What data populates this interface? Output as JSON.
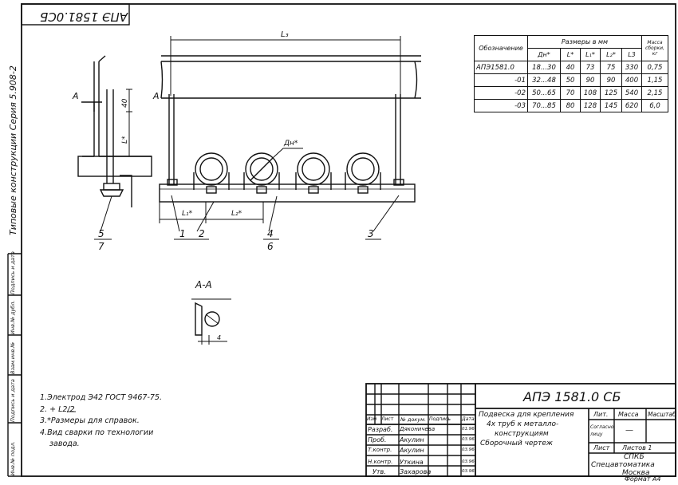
{
  "stamp": "АПЭ 1581.0СБ",
  "series_label": "Типовые конструкции   Серия  5.908-2",
  "side_labels": [
    "Инв.№ подл.",
    "Подпись и дата",
    "Взам.инв.№",
    "Инв.№ дубл.",
    "Подпись и дата"
  ],
  "dims": {
    "L3": "L₃",
    "L": "L*",
    "L1": "L₁*",
    "L2": "L₂*",
    "Dn": "Дн*",
    "d40": "40",
    "d4": "4",
    "A": "А"
  },
  "callouts": [
    "1",
    "2",
    "3",
    "4",
    "5",
    "6",
    "7"
  ],
  "section_label": "А-А",
  "table": {
    "header_group": "Размеры в мм",
    "mass_header": "Масса сборки, кг",
    "columns": [
      "Обозначение",
      "Дн*",
      "L*",
      "L₁*",
      "L₂*",
      "L3"
    ],
    "rows": [
      [
        "АПЭ1581.0",
        "18...30",
        "40",
        "73",
        "75",
        "330",
        "0,75"
      ],
      [
        "-01",
        "32...48",
        "50",
        "90",
        "90",
        "400",
        "1,15"
      ],
      [
        "-02",
        "50...65",
        "70",
        "108",
        "125",
        "540",
        "2,15"
      ],
      [
        "-03",
        "70...85",
        "80",
        "128",
        "145",
        "620",
        "6,0"
      ]
    ]
  },
  "notes": [
    "1.Электрод Э42 ГОСТ 9467-75.",
    "2. + L2/2",
    "3.*Размеры для справок.",
    "4.Вид сварки по технологии",
    "завода."
  ],
  "title_block": {
    "doc_code": "АПЭ 1581.0 СБ",
    "title": [
      "Подвеска для крепления",
      "4х труб к металло-",
      "конструкциям",
      "Сборочный чертеж"
    ],
    "col_heads": [
      "Изм",
      "Лист",
      "№ докум.",
      "Подпись",
      "Дата"
    ],
    "roles": [
      "Разраб.",
      "Проб.",
      "Т.контр.",
      "",
      "Н.контр.",
      "Утв."
    ],
    "names": [
      "Дяконичева",
      "Акулин",
      "Акулин",
      "",
      "Уткина",
      "Захарова"
    ],
    "dates": [
      "01.96",
      "03.96",
      "03.96",
      "",
      "03.96",
      "03.96"
    ],
    "lit_label": "Лит.",
    "mass_label": "Масса",
    "scale_label": "Масштаб",
    "lit_value": "Согласно лицу",
    "mass_value": "—",
    "sheet_label": "Лист",
    "sheets_label": "Листов 1",
    "org": [
      "СПКБ",
      "Спецавтоматика",
      "Москва"
    ],
    "format": "Формат А4"
  }
}
